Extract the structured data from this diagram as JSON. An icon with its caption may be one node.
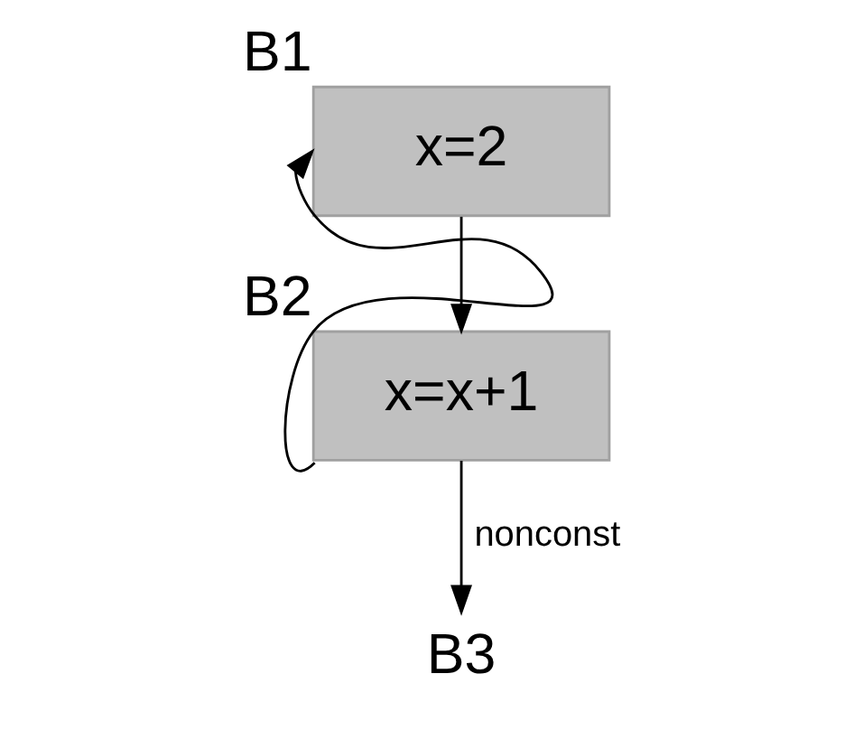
{
  "diagram": {
    "nodes": [
      {
        "text": [
          "x=2"
        ],
        "beside": [
          "B1"
        ]
      },
      {
        "text": [
          "x=x+1"
        ],
        "beside": [
          "B2"
        ]
      },
      {
        "text": [
          "B3"
        ]
      }
    ],
    "edges": [
      {
        "from": 0,
        "to": 1,
        "arrow": "to"
      },
      {
        "from": 1,
        "to": 2,
        "arrow": "to",
        "label": "nonconst"
      },
      {
        "from": 1,
        "to": 0,
        "arrow": "to"
      }
    ]
  }
}
